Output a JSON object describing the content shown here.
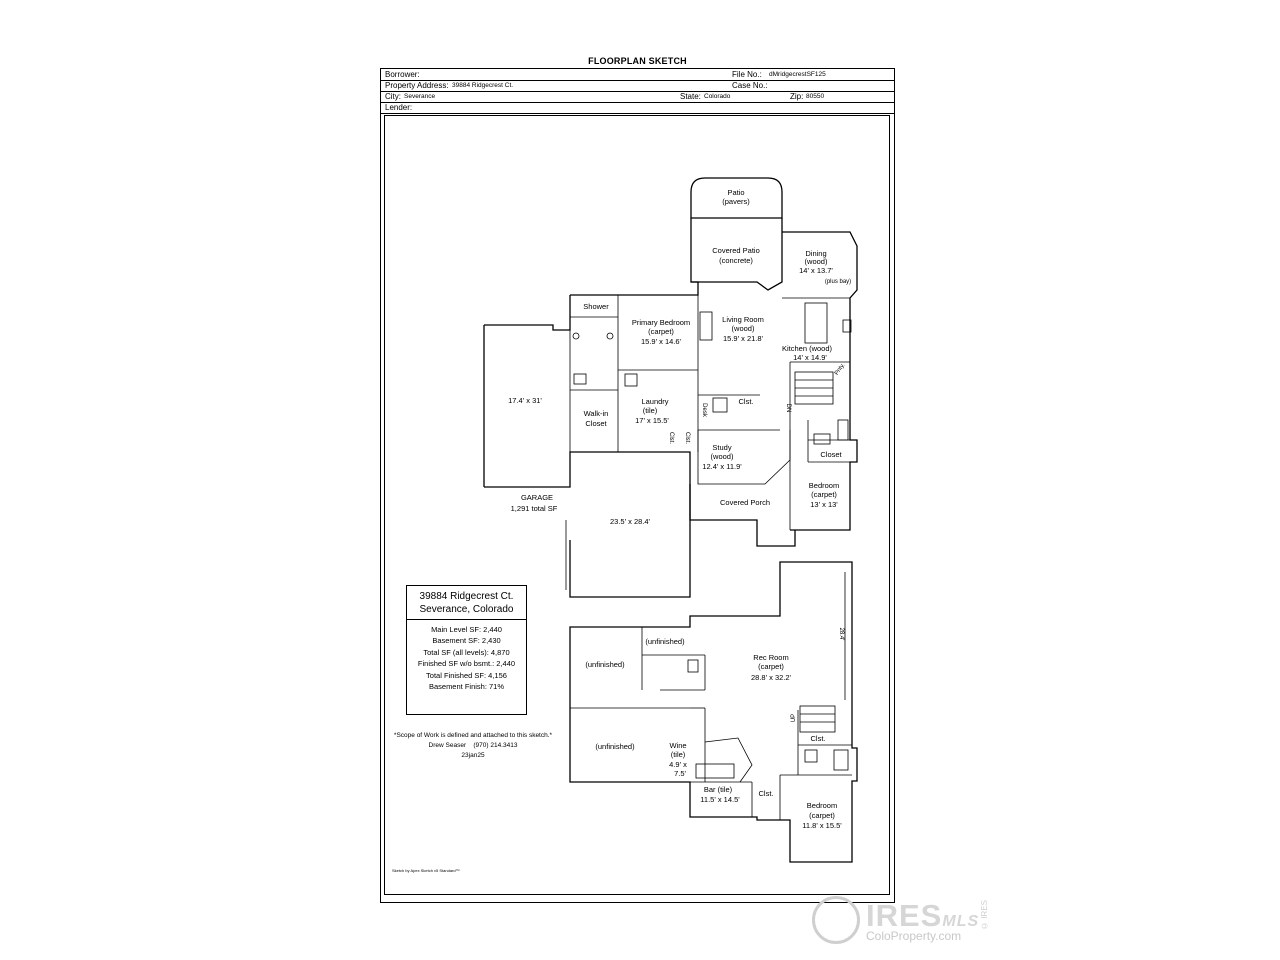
{
  "sheet": {
    "title": "FLOORPLAN SKETCH",
    "borrower_label": "Borrower:",
    "file_no_label": "File No.:",
    "file_no": "dMridgecrestSF125",
    "property_label": "Property Address:",
    "property": "39884 Ridgecrest Ct.",
    "case_no_label": "Case No.:",
    "city_label": "City:",
    "city": "Severance",
    "state_label": "State:",
    "state": "Colorado",
    "zip_label": "Zip:",
    "zip": "80550",
    "lender_label": "Lender:"
  },
  "main_level": {
    "patio": [
      "Patio",
      "(pavers)"
    ],
    "covered_patio": [
      "Covered Patio",
      "(concrete)"
    ],
    "dining": [
      "Dining",
      "(wood)",
      "14' x 13.7'",
      "(plus bay)"
    ],
    "shower": "Shower",
    "primary_bedroom": [
      "Primary Bedroom",
      "(carpet)",
      "15.9' x 14.6'"
    ],
    "living_room": [
      "Living Room",
      "(wood)",
      "15.9' x 21.8'"
    ],
    "kitchen": [
      "Kitchen  (wood)",
      "14' x 14.9'"
    ],
    "pnty": "Pnty.",
    "garage_upper": "17.4' x 31'",
    "walkin": [
      "Walk-in",
      "Closet"
    ],
    "laundry": [
      "Laundry",
      "(tile)",
      "17' x 15.5'"
    ],
    "desk": "Desk",
    "clst": "Clst.",
    "dn": "DN",
    "study": [
      "Study",
      "(wood)",
      "12.4' x 11.9'"
    ],
    "closet": "Closet",
    "garage": [
      "GARAGE",
      "1,291 total SF"
    ],
    "garage_lower": "23.5' x 28.4'",
    "covered_porch": "Covered Porch",
    "bedroom": [
      "Bedroom",
      "(carpet)",
      "13' x 13'"
    ]
  },
  "basement": {
    "unfinished_top": "(unfinished)",
    "unfinished_left": "(unfinished)",
    "unfinished_bottom": "(unfinished)",
    "rec_room": [
      "Rec Room",
      "(carpet)",
      "28.8' x 32.2'"
    ],
    "dim_vertical": "28.4'",
    "up": "UP",
    "clst_a": "Clst.",
    "clst_b": "Clst.",
    "wine": [
      "Wine",
      "(tile)",
      "4.9' x",
      "7.5'"
    ],
    "bar": [
      "Bar     (tile)",
      "11.5' x 14.5'"
    ],
    "bedroom": [
      "Bedroom",
      "(carpet)",
      "11.8' x 15.5'"
    ]
  },
  "summary": {
    "address_line1": "39884 Ridgecrest Ct.",
    "address_line2": "Severance, Colorado",
    "lines": [
      "Main Level SF: 2,440",
      "Basement SF: 2,430",
      "Total SF (all levels): 4,870",
      "Finished SF w/o bsmt.: 2,440",
      "Total Finished SF: 4,156",
      "Basement Finish: 71%"
    ]
  },
  "note": {
    "scope": "*Scope of Work is defined and attached to this sketch.*",
    "name": "Drew Seaser",
    "phone": "(970) 214.3413",
    "date": "23jan25"
  },
  "credit": "Sketch by Apex Sketch v5 Standard™",
  "watermark": {
    "brand": "IRES",
    "mls": "MLS",
    "site": "ColoProperty.com",
    "vertical": "© IRES"
  }
}
